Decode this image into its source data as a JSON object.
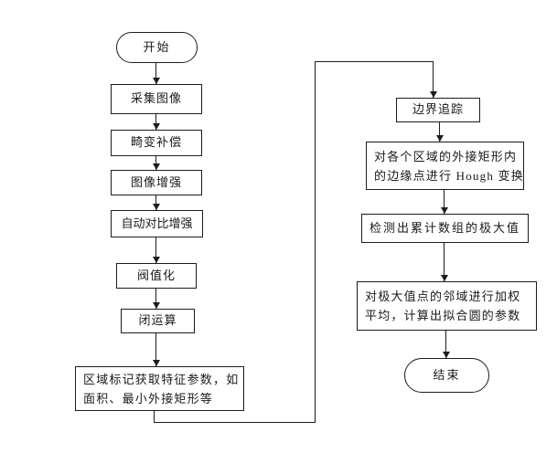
{
  "diagram": {
    "type": "flowchart",
    "background_color": "#ffffff",
    "line_color": "#1c1c1c",
    "nodes": {
      "start": {
        "shape": "terminator",
        "label": "开始"
      },
      "capture": {
        "shape": "process",
        "label": "采集图像"
      },
      "distortion": {
        "shape": "process",
        "label": "畸变补偿"
      },
      "enhance": {
        "shape": "process",
        "label": "图像增强"
      },
      "auto_contrast": {
        "shape": "process",
        "label": "自动对比增强"
      },
      "threshold": {
        "shape": "process",
        "label": "阀值化"
      },
      "closing": {
        "shape": "process",
        "label": "闭运算"
      },
      "region_label": {
        "shape": "process",
        "line1": "区域标记获取特征参数，如",
        "line2": "面积、最小外接矩形等"
      },
      "boundary": {
        "shape": "process",
        "label": "边界追踪"
      },
      "hough": {
        "shape": "process",
        "line1": "对各个区域的外接矩形内",
        "line2": "的边缘点进行 Hough 变换"
      },
      "maxima": {
        "shape": "process",
        "label": "检测出累计数组的极大值"
      },
      "weighted": {
        "shape": "process",
        "line1": "对极大值点的邻域进行加权",
        "line2": "平均，计算出拟合圆的参数"
      },
      "end": {
        "shape": "terminator",
        "label": "结束"
      }
    },
    "edges": [
      "start->capture",
      "capture->distortion",
      "distortion->enhance",
      "enhance->auto_contrast",
      "auto_contrast->threshold",
      "threshold->closing",
      "closing->region_label",
      "region_label->boundary",
      "boundary->hough",
      "hough->maxima",
      "maxima->weighted",
      "weighted->end"
    ]
  }
}
